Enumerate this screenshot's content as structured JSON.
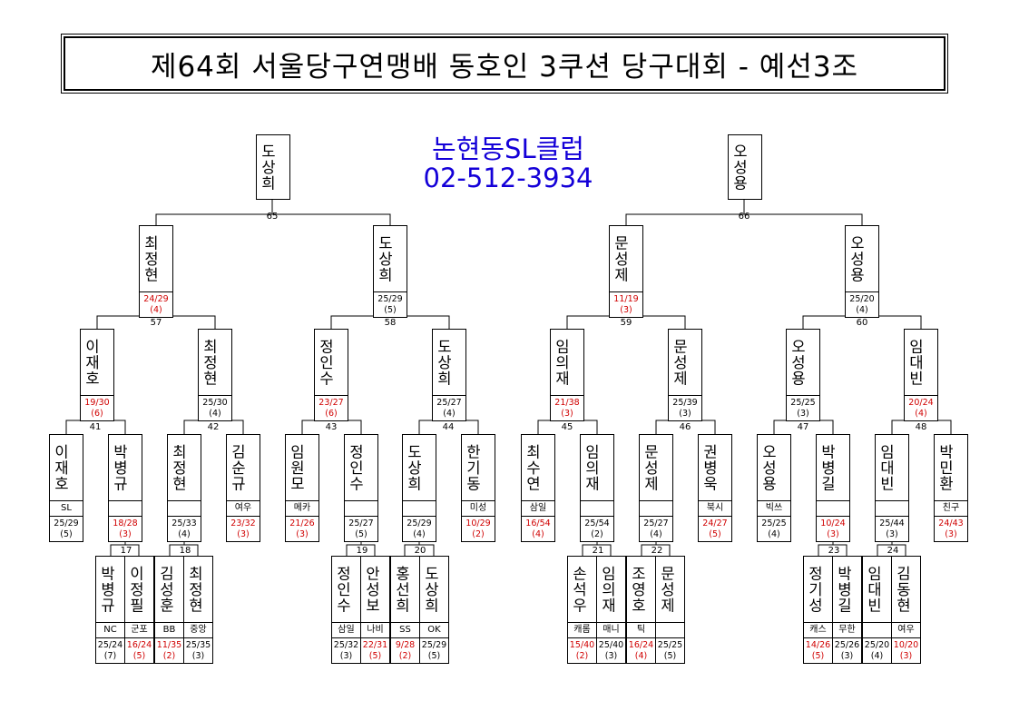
{
  "title": "제64회 서울당구연맹배 동호인 3쿠션 당구대회 - 예선3조",
  "club": {
    "name": "논현동SL클럽",
    "phone": "02-512-3934"
  },
  "winners": {
    "left": "도상희",
    "right": "오성용"
  },
  "matches": {
    "m65": "65",
    "m66": "66",
    "m57": "57",
    "m58": "58",
    "m59": "59",
    "m60": "60",
    "m41": "41",
    "m42": "42",
    "m43": "43",
    "m44": "44",
    "m45": "45",
    "m46": "46",
    "m47": "47",
    "m48": "48",
    "m17": "17",
    "m18": "18",
    "m19": "19",
    "m20": "20",
    "m21": "21",
    "m22": "22",
    "m23": "23",
    "m24": "24"
  },
  "round3": {
    "p0": {
      "name": "최정현",
      "score": "24/29",
      "inn": "(4)"
    },
    "p1": {
      "name": "도상희",
      "score": "25/29",
      "inn": "(5)"
    },
    "p2": {
      "name": "문성제",
      "score": "11/19",
      "inn": "(3)"
    },
    "p3": {
      "name": "오성용",
      "score": "25/20",
      "inn": "(4)"
    }
  },
  "round2": {
    "p0": {
      "name": "이재호",
      "score": "19/30",
      "inn": "(6)"
    },
    "p1": {
      "name": "최정현",
      "score": "25/30",
      "inn": "(4)"
    },
    "p2": {
      "name": "정인수",
      "score": "23/27",
      "inn": "(6)"
    },
    "p3": {
      "name": "도상희",
      "score": "25/27",
      "inn": "(4)"
    },
    "p4": {
      "name": "임의재",
      "score": "21/38",
      "inn": "(3)"
    },
    "p5": {
      "name": "문성제",
      "score": "25/39",
      "inn": "(3)"
    },
    "p6": {
      "name": "오성용",
      "score": "25/25",
      "inn": "(3)"
    },
    "p7": {
      "name": "임대빈",
      "score": "20/24",
      "inn": "(4)"
    }
  },
  "round1": {
    "p0": {
      "name": "이재호",
      "club": "SL",
      "score": "25/29",
      "inn": "(5)"
    },
    "p1": {
      "name": "박병규",
      "club": "",
      "score": "18/28",
      "inn": "(3)"
    },
    "p2": {
      "name": "최정현",
      "club": "",
      "score": "25/33",
      "inn": "(4)"
    },
    "p3": {
      "name": "김순규",
      "club": "여우",
      "score": "23/32",
      "inn": "(3)"
    },
    "p4": {
      "name": "임원모",
      "club": "메카",
      "score": "21/26",
      "inn": "(3)"
    },
    "p5": {
      "name": "정인수",
      "club": "",
      "score": "25/27",
      "inn": "(5)"
    },
    "p6": {
      "name": "도상희",
      "club": "",
      "score": "25/29",
      "inn": "(4)"
    },
    "p7": {
      "name": "한기동",
      "club": "미성",
      "score": "10/29",
      "inn": "(2)"
    },
    "p8": {
      "name": "최수연",
      "club": "삼일",
      "score": "16/54",
      "inn": "(4)"
    },
    "p9": {
      "name": "임의재",
      "club": "",
      "score": "25/54",
      "inn": "(2)"
    },
    "p10": {
      "name": "문성제",
      "club": "",
      "score": "25/27",
      "inn": "(4)"
    },
    "p11": {
      "name": "권병욱",
      "club": "북시",
      "score": "24/27",
      "inn": "(5)"
    },
    "p12": {
      "name": "오성용",
      "club": "빅쓰",
      "score": "25/25",
      "inn": "(4)"
    },
    "p13": {
      "name": "박병길",
      "club": "",
      "score": "10/24",
      "inn": "(3)"
    },
    "p14": {
      "name": "임대빈",
      "club": "",
      "score": "25/44",
      "inn": "(3)"
    },
    "p15": {
      "name": "박민환",
      "club": "친구",
      "score": "24/43",
      "inn": "(3)"
    }
  },
  "round0": {
    "p0": {
      "name": "박병규",
      "club": "NC",
      "score": "25/24",
      "inn": "(7)"
    },
    "p1": {
      "name": "이정필",
      "club": "군포",
      "score": "16/24",
      "inn": "(5)"
    },
    "p2": {
      "name": "김성훈",
      "club": "BB",
      "score": "11/35",
      "inn": "(2)"
    },
    "p3": {
      "name": "최정현",
      "club": "중앙",
      "score": "25/35",
      "inn": "(3)"
    },
    "p4": {
      "name": "정인수",
      "club": "삼일",
      "score": "25/32",
      "inn": "(3)"
    },
    "p5": {
      "name": "안성보",
      "club": "나비",
      "score": "22/31",
      "inn": "(5)"
    },
    "p6": {
      "name": "홍선희",
      "club": "SS",
      "score": "9/28",
      "inn": "(2)"
    },
    "p7": {
      "name": "도상희",
      "club": "OK",
      "score": "25/29",
      "inn": "(5)"
    },
    "p8": {
      "name": "손석우",
      "club": "캐롬",
      "score": "15/40",
      "inn": "(2)"
    },
    "p9": {
      "name": "임의재",
      "club": "매니",
      "score": "25/40",
      "inn": "(3)"
    },
    "p10": {
      "name": "조영호",
      "club": "틱",
      "score": "16/24",
      "inn": "(4)"
    },
    "p11": {
      "name": "문성제",
      "club": "",
      "score": "25/25",
      "inn": "(5)"
    },
    "p12": {
      "name": "정기성",
      "club": "캐스",
      "score": "14/26",
      "inn": "(5)"
    },
    "p13": {
      "name": "박병길",
      "club": "무한",
      "score": "25/26",
      "inn": "(3)"
    },
    "p14": {
      "name": "임대빈",
      "club": "",
      "score": "25/20",
      "inn": "(4)"
    },
    "p15": {
      "name": "김동현",
      "club": "여우",
      "score": "10/20",
      "inn": "(3)"
    }
  }
}
